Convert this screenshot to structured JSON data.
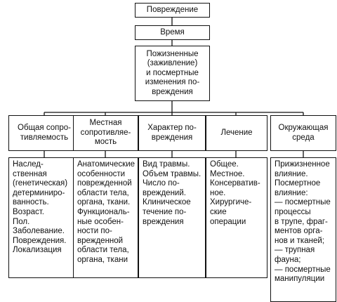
{
  "nodes": {
    "injury": "Повреждение",
    "time": "Время",
    "changes": "Пожизненные\n(заживление)\nи посмертные\nизменения по-\nвреждения"
  },
  "factors": [
    {
      "title": "Общая сопро-\nтивляемость",
      "detail": "Наслед-\nственная\n(генетическая)\nдетерминиро-\nванность.\nВозраст.\nПол.\nЗаболевание.\nПовреждения.\nЛокализация"
    },
    {
      "title": "Местная\nсопротивляе-\nмость",
      "detail": "Анатомические\nособенности\nповрежденной\nобласти тела,\nоргана, ткани.\nФункциональ-\nные особен-\nности по-\nврежденной\nобласти тела,\nоргана, ткани"
    },
    {
      "title": "Характер по-\nвреждения",
      "detail": "Вид травмы.\nОбъем травмы.\nЧисло по-\nвреждений.\nКлиническое\nтечение по-\nвреждения"
    },
    {
      "title": "Лечение",
      "detail": "Общее.\nМестное.\nКонсерватив-\nное.\nХирургиче-\nские операции"
    },
    {
      "title": "Окружающая\nсреда",
      "detail": "Прижизненное\nвлияние.\nПосмертное\nвлияние:\n— посмертные\nпроцессы\nв трупе, фраг-\nментов орга-\nнов и тканей;\n— трупная\nфауна;\n— посмертные\nманипуляции"
    }
  ]
}
